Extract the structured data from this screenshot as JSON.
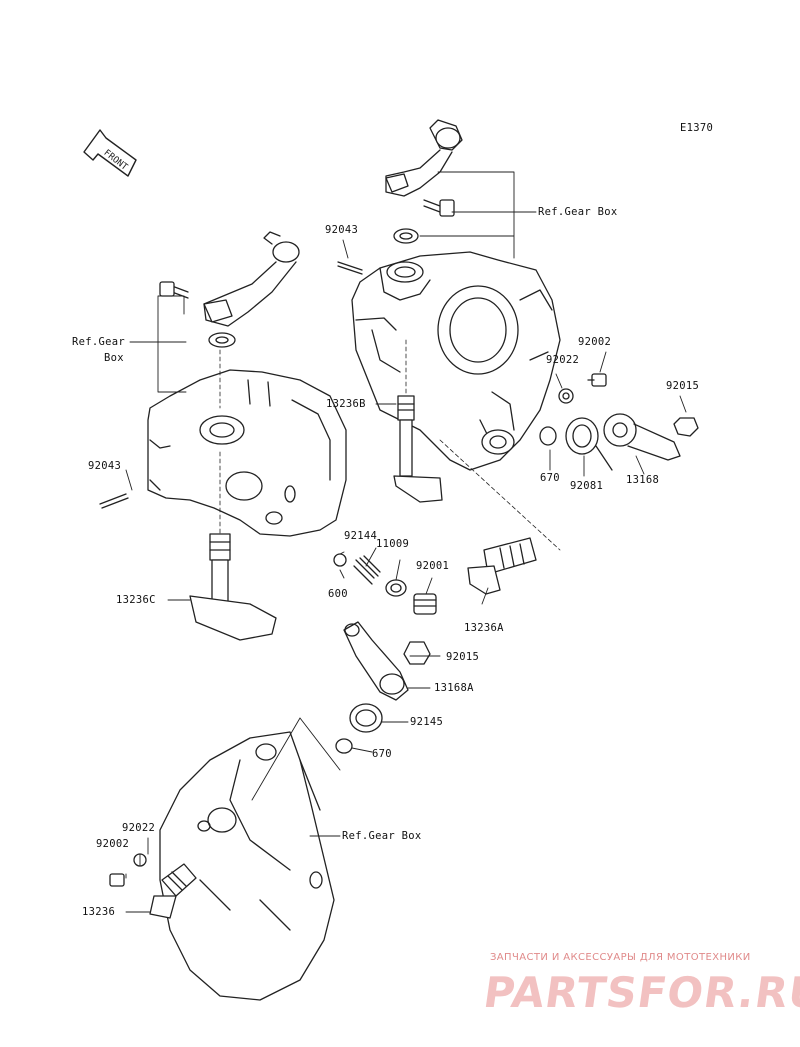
{
  "diagram_code": "E1370",
  "front_label": "FRONT",
  "callouts": [
    {
      "id": "92043a",
      "text": "92043"
    },
    {
      "id": "ref_top",
      "text": "Ref.Gear Box"
    },
    {
      "id": "ref_left_1",
      "text": "Ref.Gear"
    },
    {
      "id": "ref_left_2",
      "text": "Box"
    },
    {
      "id": "13236B",
      "text": "13236B"
    },
    {
      "id": "92002a",
      "text": "92002"
    },
    {
      "id": "92022a",
      "text": "92022"
    },
    {
      "id": "92015a",
      "text": "92015"
    },
    {
      "id": "670a",
      "text": "670"
    },
    {
      "id": "92081",
      "text": "92081"
    },
    {
      "id": "13168",
      "text": "13168"
    },
    {
      "id": "92043b",
      "text": "92043"
    },
    {
      "id": "92144",
      "text": "92144"
    },
    {
      "id": "11009",
      "text": "11009"
    },
    {
      "id": "92001",
      "text": "92001"
    },
    {
      "id": "600",
      "text": "600"
    },
    {
      "id": "13236C",
      "text": "13236C"
    },
    {
      "id": "13236A",
      "text": "13236A"
    },
    {
      "id": "92015b",
      "text": "92015"
    },
    {
      "id": "13168A",
      "text": "13168A"
    },
    {
      "id": "92145",
      "text": "92145"
    },
    {
      "id": "670b",
      "text": "670"
    },
    {
      "id": "ref_bottom",
      "text": "Ref.Gear Box"
    },
    {
      "id": "92022b",
      "text": "92022"
    },
    {
      "id": "92002b",
      "text": "92002"
    },
    {
      "id": "13236",
      "text": "13236"
    }
  ],
  "watermark": {
    "caption": "ЗАПЧАСТИ И АКСЕССУАРЫ ДЛЯ МОТОТЕХНИКИ",
    "brand": "PARTSFOR.RU"
  }
}
